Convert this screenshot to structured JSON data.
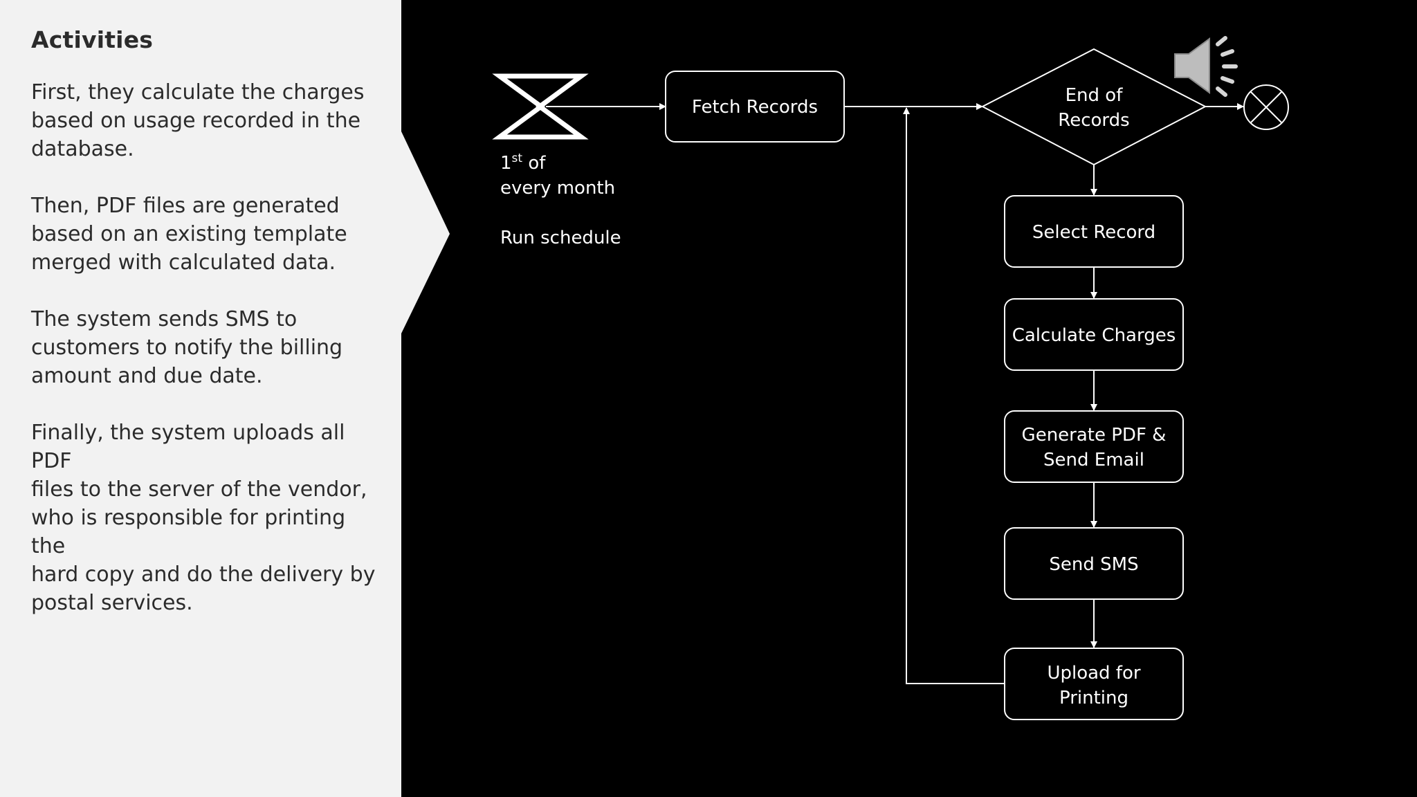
{
  "panel": {
    "title": "Activities",
    "paragraphs": [
      [
        "First, they calculate the charges",
        "based on usage recorded in the",
        "database."
      ],
      [
        "Then, PDF files are generated",
        "based on an existing template",
        "merged with calculated data."
      ],
      [
        "The system sends SMS to",
        "customers to notify the billing",
        "amount and due date."
      ],
      [
        "Finally, the system uploads all PDF",
        "files to the server of the vendor,",
        "who is responsible for printing the",
        "hard copy and do the delivery by",
        "postal services."
      ]
    ]
  },
  "trigger": {
    "line1_num": "1",
    "line1_sup": "st",
    "line1_rest": " of",
    "line2": "every month",
    "line3": "Run schedule"
  },
  "nodes": {
    "fetch": [
      "Fetch Records"
    ],
    "decision": [
      "End of",
      "Records"
    ],
    "select": [
      "Select Record"
    ],
    "calculate": [
      "Calculate Charges"
    ],
    "generate": [
      "Generate PDF &",
      "Send Email"
    ],
    "sms": [
      "Send SMS"
    ],
    "upload": [
      "Upload for",
      "Printing"
    ]
  },
  "colors": {
    "panel_bg": "#f2f2f2",
    "panel_text": "#2b2b2b",
    "canvas_bg": "#000000",
    "stroke": "#ffffff",
    "speaker": "#cfcfcf"
  },
  "icons": {
    "timer": "hourglass-timer-icon",
    "end": "end-event-icon",
    "audio": "speaker-icon"
  }
}
